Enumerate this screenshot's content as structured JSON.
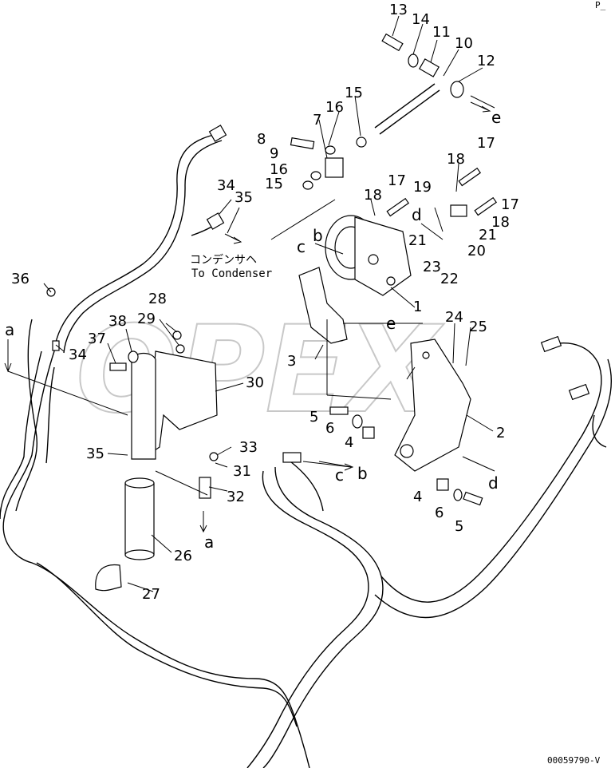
{
  "watermark": "OPEX",
  "drawing_code": "00059790-V",
  "corner_mark": "P̲",
  "condenser_note": {
    "japanese": "コンデンサヘ",
    "english": "To Condenser"
  },
  "callouts": [
    {
      "id": "c1",
      "text": "1"
    },
    {
      "id": "c2",
      "text": "2"
    },
    {
      "id": "c3",
      "text": "3"
    },
    {
      "id": "c4a",
      "text": "4"
    },
    {
      "id": "c4b",
      "text": "4"
    },
    {
      "id": "c5a",
      "text": "5"
    },
    {
      "id": "c5b",
      "text": "5"
    },
    {
      "id": "c6a",
      "text": "6"
    },
    {
      "id": "c6b",
      "text": "6"
    },
    {
      "id": "c7",
      "text": "7"
    },
    {
      "id": "c8",
      "text": "8"
    },
    {
      "id": "c9",
      "text": "9"
    },
    {
      "id": "c10",
      "text": "10"
    },
    {
      "id": "c11",
      "text": "11"
    },
    {
      "id": "c12",
      "text": "12"
    },
    {
      "id": "c13",
      "text": "13"
    },
    {
      "id": "c14",
      "text": "14"
    },
    {
      "id": "c15a",
      "text": "15"
    },
    {
      "id": "c15b",
      "text": "15"
    },
    {
      "id": "c16a",
      "text": "16"
    },
    {
      "id": "c16b",
      "text": "16"
    },
    {
      "id": "c17a",
      "text": "17"
    },
    {
      "id": "c17b",
      "text": "17"
    },
    {
      "id": "c17c",
      "text": "17"
    },
    {
      "id": "c18a",
      "text": "18"
    },
    {
      "id": "c18b",
      "text": "18"
    },
    {
      "id": "c18c",
      "text": "18"
    },
    {
      "id": "c19",
      "text": "19"
    },
    {
      "id": "c20",
      "text": "20"
    },
    {
      "id": "c21a",
      "text": "21"
    },
    {
      "id": "c21b",
      "text": "21"
    },
    {
      "id": "c22",
      "text": "22"
    },
    {
      "id": "c23",
      "text": "23"
    },
    {
      "id": "c24",
      "text": "24"
    },
    {
      "id": "c25",
      "text": "25"
    },
    {
      "id": "c26",
      "text": "26"
    },
    {
      "id": "c27",
      "text": "27"
    },
    {
      "id": "c28",
      "text": "28"
    },
    {
      "id": "c29",
      "text": "29"
    },
    {
      "id": "c30",
      "text": "30"
    },
    {
      "id": "c31",
      "text": "31"
    },
    {
      "id": "c32",
      "text": "32"
    },
    {
      "id": "c33",
      "text": "33"
    },
    {
      "id": "c34a",
      "text": "34"
    },
    {
      "id": "c34b",
      "text": "34"
    },
    {
      "id": "c35a",
      "text": "35"
    },
    {
      "id": "c35b",
      "text": "35"
    },
    {
      "id": "c36",
      "text": "36"
    },
    {
      "id": "c37",
      "text": "37"
    },
    {
      "id": "c38",
      "text": "38"
    }
  ],
  "references": [
    {
      "id": "ra1",
      "text": "a"
    },
    {
      "id": "ra2",
      "text": "a"
    },
    {
      "id": "rb1",
      "text": "b"
    },
    {
      "id": "rb2",
      "text": "b"
    },
    {
      "id": "rc1",
      "text": "c"
    },
    {
      "id": "rc2",
      "text": "c"
    },
    {
      "id": "rd1",
      "text": "d"
    },
    {
      "id": "rd2",
      "text": "d"
    },
    {
      "id": "re1",
      "text": "e"
    },
    {
      "id": "re2",
      "text": "e"
    }
  ]
}
